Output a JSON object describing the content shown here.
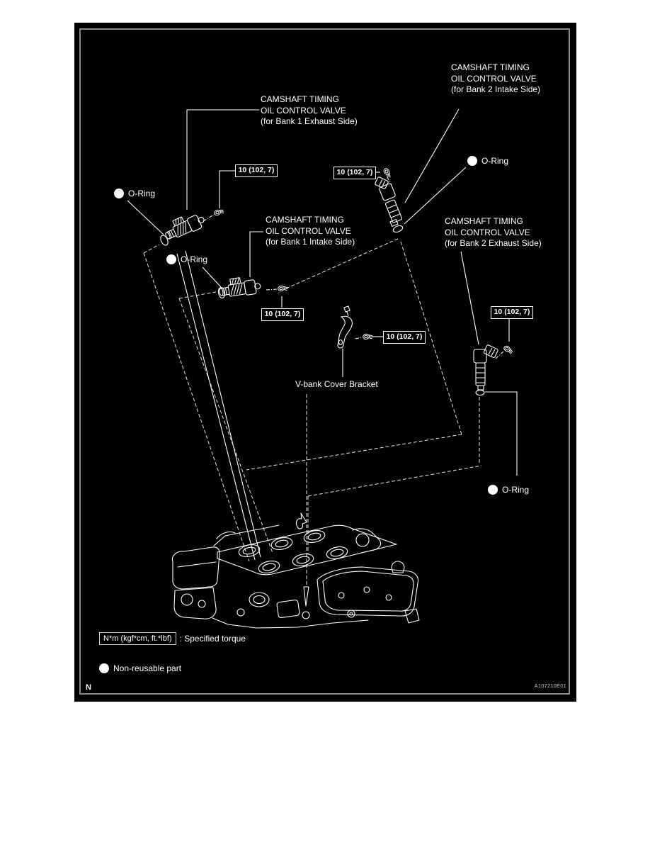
{
  "diagram": {
    "figure_code": "A107210E01",
    "footer_letter": "N",
    "torque_value": "10 (102, 7)",
    "labels": {
      "oring": "O-Ring",
      "vbank_bracket": "V-bank Cover Bracket",
      "b1_exhaust": {
        "lines": [
          "CAMSHAFT TIMING",
          "OIL CONTROL VALVE",
          "(for Bank 1 Exhaust Side)"
        ]
      },
      "b1_intake": {
        "lines": [
          "CAMSHAFT TIMING",
          "OIL CONTROL VALVE",
          "(for Bank 1 Intake Side)"
        ]
      },
      "b2_intake": {
        "lines": [
          "CAMSHAFT TIMING",
          "OIL CONTROL VALVE",
          "(for Bank 2 Intake Side)"
        ]
      },
      "b2_exhaust": {
        "lines": [
          "CAMSHAFT TIMING",
          "OIL CONTROL VALVE",
          "(for Bank 2 Exhaust Side)"
        ]
      }
    },
    "legend": {
      "torque_box": "N*m (kgf*cm, ft.*lbf)",
      "torque_desc": ": Specified torque",
      "nonreusable": "Non-reusable part"
    },
    "colors": {
      "background": "#000000",
      "line": "#ffffff",
      "border": "#8c8c8c",
      "page": "#ffffff"
    }
  }
}
